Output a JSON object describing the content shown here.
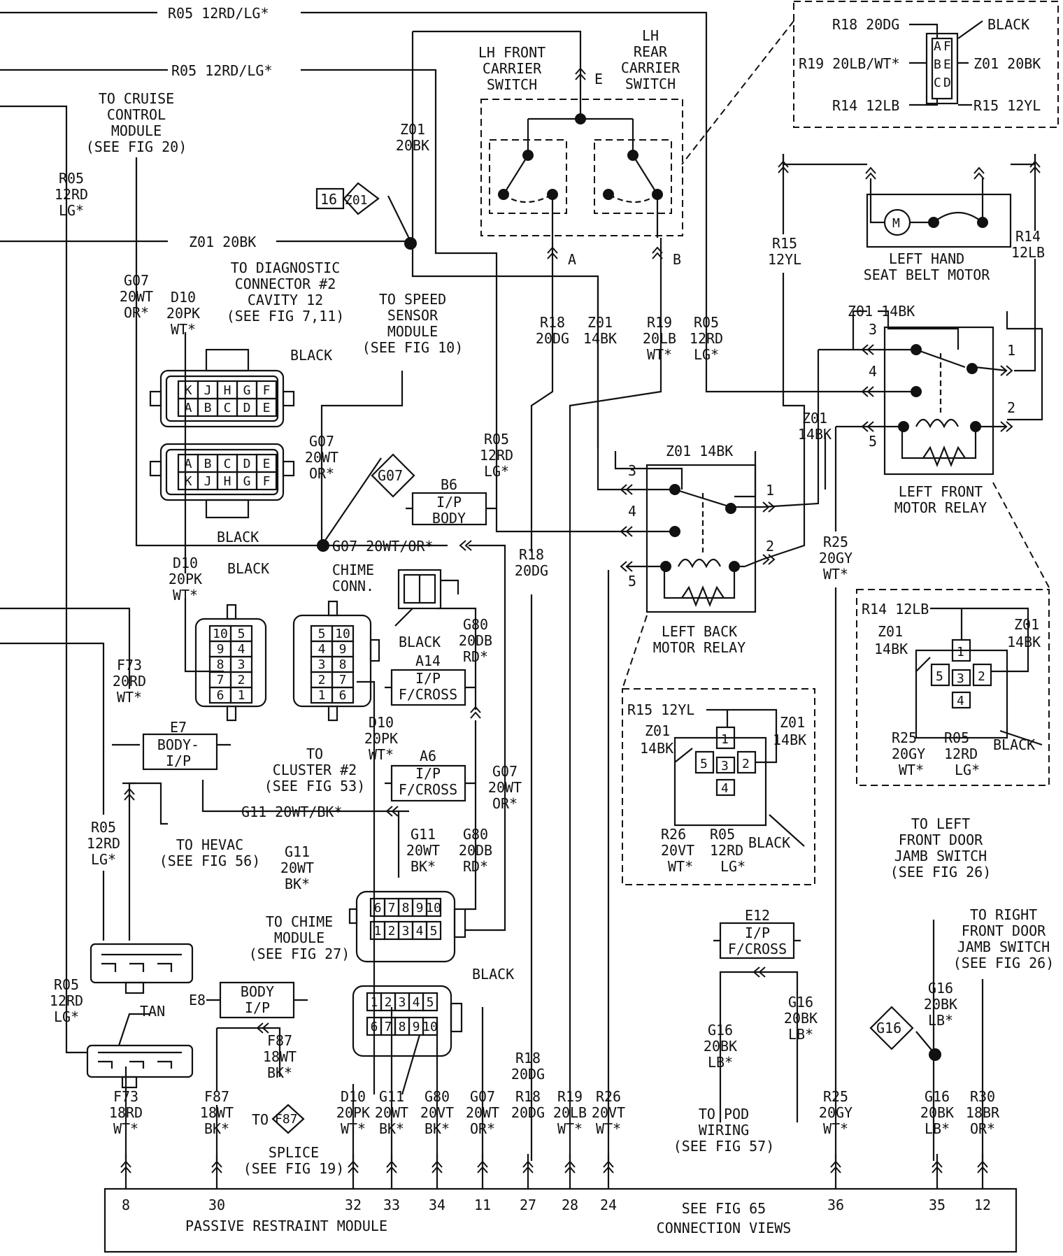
{
  "wires": {
    "top_r05_a": "R05 12RD/LG*",
    "top_r05_b": "R05 12RD/LG*",
    "z01_20bk_h": "Z01 20BK",
    "z01_20bk_v": [
      "Z01",
      "20BK"
    ],
    "r05_left": [
      "R05",
      "12RD",
      "LG*"
    ],
    "g07_left": [
      "G07",
      "20WT",
      "OR*"
    ],
    "g07_mid": [
      "G07",
      "20WT",
      "OR*"
    ],
    "g07_h": "G07 20WT/OR*",
    "g07_right": [
      "G07",
      "20WT",
      "OR*"
    ],
    "d10_a": [
      "D10",
      "20PK",
      "WT*"
    ],
    "d10_b": [
      "D10",
      "20PK",
      "WT*"
    ],
    "d10_c": [
      "D10",
      "20PK",
      "WT*"
    ],
    "r18_a": [
      "R18",
      "20DG"
    ],
    "r18_b": [
      "R18",
      "20DG"
    ],
    "r18_c": [
      "R18",
      "20DG"
    ],
    "z01_14bk_a": [
      "Z01",
      "14BK"
    ],
    "r19_a": [
      "R19",
      "20LB",
      "WT*"
    ],
    "r05_mid": [
      "R05",
      "12RD",
      "LG*"
    ],
    "r05_center": [
      "R05",
      "12RD",
      "LG*"
    ],
    "r15_v": [
      "R15",
      "12YL"
    ],
    "r14_v": [
      "R14",
      "12LB"
    ],
    "z01_14bk_b": [
      "Z01",
      "14BK"
    ],
    "z01_14bk_h1": "Z01 14BK",
    "z01_14bk_h2": "Z01 14BK",
    "r25_a": [
      "R25",
      "20GY",
      "WT*"
    ],
    "f73_a": [
      "F73",
      "20RD",
      "WT*"
    ],
    "r05_low": [
      "R05",
      "12RD",
      "LG*"
    ],
    "r05_low2": [
      "R05",
      "12RD",
      "LG*"
    ],
    "g80_a": [
      "G80",
      "20DB",
      "RD*"
    ],
    "g80_b": [
      "G80",
      "20DB",
      "RD*"
    ],
    "g11_h": "G11 20WT/BK*",
    "g11_a": [
      "G11",
      "20WT",
      "BK*"
    ],
    "g11_b": [
      "G11",
      "20WT",
      "BK*"
    ],
    "f87_a": [
      "F87",
      "18WT",
      "BK*"
    ],
    "g16_a": [
      "G16",
      "20BK",
      "LB*"
    ],
    "g16_b": [
      "G16",
      "20BK",
      "LB*"
    ],
    "g16_c": [
      "G16",
      "20BK",
      "LB*"
    ],
    "g16_d": [
      "G16",
      "20BK",
      "LB*"
    ]
  },
  "labels": {
    "cruise": [
      "TO CRUISE",
      "CONTROL",
      "MODULE",
      "(SEE FIG 20)"
    ],
    "diag": [
      "TO DIAGNOSTIC",
      "CONNECTOR #2",
      "CAVITY 12",
      "(SEE FIG 7,11)"
    ],
    "speed": [
      "TO SPEED",
      "SENSOR",
      "MODULE",
      "(SEE FIG 10)"
    ],
    "lh_front": [
      "LH FRONT",
      "CARRIER",
      "SWITCH"
    ],
    "lh_rear": [
      "LH",
      "REAR",
      "CARRIER",
      "SWITCH"
    ],
    "seat_motor": [
      "LEFT HAND",
      "SEAT BELT MOTOR"
    ],
    "lf_relay": [
      "LEFT FRONT",
      "MOTOR RELAY"
    ],
    "lb_relay": [
      "LEFT BACK",
      "MOTOR RELAY"
    ],
    "chime_conn": [
      "CHIME",
      "CONN."
    ],
    "cluster": [
      "TO",
      "CLUSTER #2",
      "(SEE FIG 53)"
    ],
    "hevac": [
      "TO HEVAC",
      "(SEE FIG 56)"
    ],
    "chime_module": [
      "TO CHIME",
      "MODULE",
      "(SEE FIG 27)"
    ],
    "splice": [
      "SPLICE",
      "(SEE FIG 19)"
    ],
    "splice_to": "TO",
    "lf_door": [
      "TO LEFT",
      "FRONT DOOR",
      "JAMB SWITCH",
      "(SEE FIG 26)"
    ],
    "rf_door": [
      "TO RIGHT",
      "FRONT DOOR",
      "JAMB SWITCH",
      "(SEE FIG 26)"
    ],
    "pod": [
      "TO POD",
      "WIRING",
      "(SEE FIG 57)"
    ],
    "black": "BLACK",
    "tan": "TAN",
    "see65": "SEE FIG 65",
    "conn_views": "CONNECTION VIEWS",
    "prm": "PASSIVE RESTRAINT MODULE"
  },
  "splices": {
    "s16": [
      "16",
      "Z01"
    ],
    "g07": "G07",
    "g16": "G16",
    "f87": "F87"
  },
  "inline_connectors": {
    "b6": [
      "B6",
      "I/P",
      "BODY"
    ],
    "a14": [
      "A14",
      "I/P",
      "F/CROSS"
    ],
    "a6": [
      "A6",
      "I/P",
      "F/CROSS"
    ],
    "e7": [
      "E7",
      "BODY-",
      "I/P"
    ],
    "e8": [
      "E8",
      "BODY",
      "I/P"
    ],
    "e12": [
      "E12",
      "I/P",
      "F/CROSS"
    ]
  },
  "top_conn": {
    "left": [
      "R18 20DG",
      "R19 20LB/WT*",
      "R14 12LB"
    ],
    "right": [
      "BLACK",
      "Z01 20BK",
      "R15 12YL"
    ],
    "cav": [
      "A",
      "F",
      "B",
      "E",
      "C",
      "D"
    ]
  },
  "relay_conn_r": {
    "r14": "R14 12LB",
    "z01l": [
      "Z01",
      "14BK"
    ],
    "z01r": [
      "Z01",
      "14BK"
    ],
    "r25": [
      "R25",
      "20GY",
      "WT*"
    ],
    "r05": [
      "R05",
      "12RD",
      "LG*"
    ],
    "black": "BLACK",
    "cav": [
      "1",
      "5",
      "3",
      "2",
      "4"
    ]
  },
  "relay_conn_l": {
    "r15": "R15 12YL",
    "z01l": [
      "Z01",
      "14BK"
    ],
    "z01r": [
      "Z01",
      "14BK"
    ],
    "r26": [
      "R26",
      "20VT",
      "WT*"
    ],
    "r05": [
      "R05",
      "12RD",
      "LG*"
    ],
    "black": "BLACK",
    "cav": [
      "1",
      "5",
      "3",
      "2",
      "4"
    ]
  },
  "connectors": {
    "k_top": [
      "K",
      "J",
      "H",
      "G",
      "F"
    ],
    "k_bot": [
      "A",
      "B",
      "C",
      "D",
      "E"
    ],
    "b2_top": [
      "A",
      "B",
      "C",
      "D",
      "E"
    ],
    "b2_bot": [
      "K",
      "J",
      "H",
      "G",
      "F"
    ],
    "c10a": [
      [
        "10",
        "5"
      ],
      [
        "9",
        "4"
      ],
      [
        "8",
        "3"
      ],
      [
        "7",
        "2"
      ],
      [
        "6",
        "1"
      ]
    ],
    "c10b": [
      [
        "5",
        "10"
      ],
      [
        "4",
        "9"
      ],
      [
        "3",
        "8"
      ],
      [
        "2",
        "7"
      ],
      [
        "1",
        "6"
      ]
    ],
    "chime_top": [
      "6",
      "7",
      "8",
      "9",
      "10"
    ],
    "chime_bot": [
      "1",
      "2",
      "3",
      "4",
      "5"
    ],
    "blk_top": [
      "1",
      "2",
      "3",
      "4",
      "5"
    ],
    "blk_bot": [
      "6",
      "7",
      "8",
      "9",
      "10"
    ]
  },
  "switch_pins": {
    "e": "E",
    "a": "A",
    "b": "B"
  },
  "relay_pins": {
    "p1": "1",
    "p2": "2",
    "p3": "3",
    "p4": "4",
    "p5": "5"
  },
  "bottom_wires": [
    {
      "circuit": "F73",
      "gauge": "18RD",
      "color": "WT*",
      "pin": "8"
    },
    {
      "circuit": "F87",
      "gauge": "18WT",
      "color": "BK*",
      "pin": "30"
    },
    {
      "circuit": "D10",
      "gauge": "20PK",
      "color": "WT*",
      "pin": "32"
    },
    {
      "circuit": "G11",
      "gauge": "20WT",
      "color": "BK*",
      "pin": "33"
    },
    {
      "circuit": "G80",
      "gauge": "20VT",
      "color": "BK*",
      "pin": "34"
    },
    {
      "circuit": "G07",
      "gauge": "20WT",
      "color": "OR*",
      "pin": "11"
    },
    {
      "circuit": "R18",
      "gauge": "20DG",
      "color": "",
      "pin": "27"
    },
    {
      "circuit": "R19",
      "gauge": "20LB",
      "color": "WT*",
      "pin": "28"
    },
    {
      "circuit": "R26",
      "gauge": "20VT",
      "color": "WT*",
      "pin": "24"
    },
    {
      "circuit": "R25",
      "gauge": "20GY",
      "color": "WT*",
      "pin": "36"
    },
    {
      "circuit": "G16",
      "gauge": "20BK",
      "color": "LB*",
      "pin": "35"
    },
    {
      "circuit": "R30",
      "gauge": "18BR",
      "color": "OR*",
      "pin": "12"
    }
  ]
}
